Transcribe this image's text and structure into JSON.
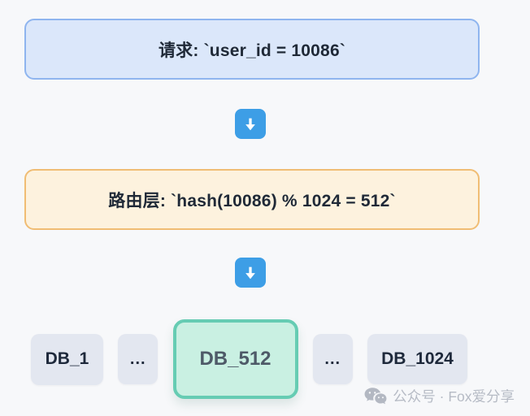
{
  "page": {
    "background": "#f7f8fa"
  },
  "flow": {
    "request_box": {
      "label": "请求: `user_id = 10086`",
      "bg_color": "#dbe7fa",
      "border_color": "#8fb5ef"
    },
    "router_box": {
      "label": "路由层: `hash(10086) % 1024 = 512`",
      "bg_color": "#fdf2de",
      "border_color": "#f0bd74"
    },
    "arrow_icon": {
      "name": "down-arrow-icon",
      "bg_color": "#3d9ee6",
      "glyph_color": "#ffffff"
    }
  },
  "databases": {
    "items": [
      {
        "label": "DB_1",
        "highlighted": false
      },
      {
        "label": "...",
        "highlighted": false
      },
      {
        "label": "DB_512",
        "highlighted": true
      },
      {
        "label": "...",
        "highlighted": false
      },
      {
        "label": "DB_1024",
        "highlighted": false
      }
    ],
    "normal_bg": "#e3e7f0",
    "normal_text": "#1e293b",
    "highlight_bg": "#c9f0e2",
    "highlight_border": "#66ccb3",
    "highlight_text": "#4e5a68"
  },
  "watermark": {
    "icon": "wechat-icon",
    "text": "公众号 · Fox爱分享",
    "color": "#b6bbc5"
  }
}
